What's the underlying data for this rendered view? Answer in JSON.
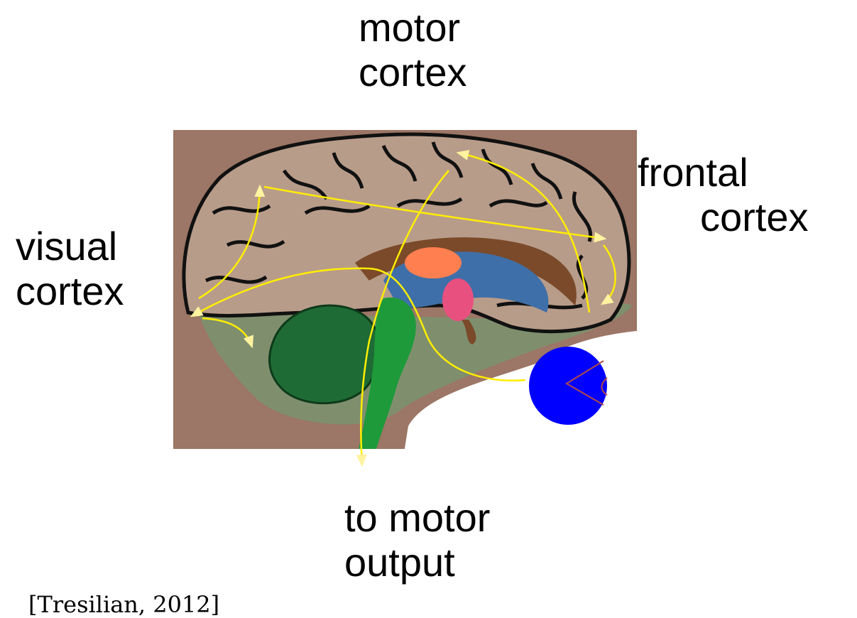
{
  "labels": {
    "motor": [
      "motor",
      "cortex"
    ],
    "frontal": [
      "frontal",
      "cortex"
    ],
    "visual": [
      "visual",
      "cortex"
    ],
    "output": [
      "to motor",
      "output"
    ]
  },
  "citation": "[Tresilian, 2012]",
  "colors": {
    "background": "#9c7666",
    "gyri": "#b89c8a",
    "gyri_lower": "#8f9a78",
    "sulci": "#111111",
    "cerebellum": "#1f6b35",
    "brainstem": "#1e9a3a",
    "ventricle": "#3f6fa8",
    "corpus_callosum": "#7a4a2a",
    "thalamus": "#ff7f50",
    "pathway": "#ffee00",
    "eye": "#0000ff",
    "eye_lines": "#b04a4a"
  }
}
